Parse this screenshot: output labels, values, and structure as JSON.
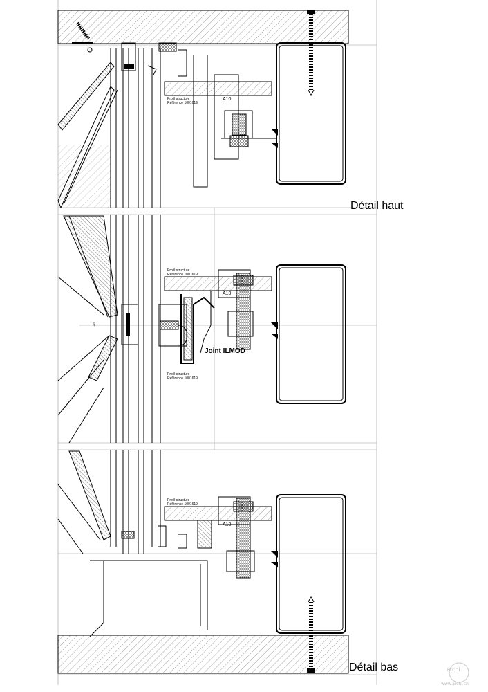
{
  "details": [
    {
      "id": "haut",
      "title": "Détail haut",
      "labels": [
        {
          "text": "Profil structure",
          "kind": "tiny"
        },
        {
          "text": "Référence 1001619",
          "kind": "tiny"
        },
        {
          "text": "A10",
          "kind": "small"
        }
      ]
    },
    {
      "id": "milieu",
      "title": "",
      "labels": [
        {
          "text": "Profil structure",
          "kind": "tiny"
        },
        {
          "text": "Référence 1001619",
          "kind": "tiny"
        },
        {
          "text": "A10",
          "kind": "small"
        },
        {
          "text": "Joint ILMOD",
          "kind": "mid"
        },
        {
          "text": "Profil structure",
          "kind": "tiny"
        },
        {
          "text": "Référence 1001619",
          "kind": "tiny"
        },
        {
          "text": "20",
          "kind": "tiny"
        }
      ]
    },
    {
      "id": "bas",
      "title": "Détail bas",
      "labels": [
        {
          "text": "Profil structure",
          "kind": "tiny"
        },
        {
          "text": "Référence 1001619",
          "kind": "tiny"
        },
        {
          "text": "A10",
          "kind": "small"
        }
      ]
    }
  ],
  "watermark": {
    "logo_text": "archi",
    "url_text": "www.archi.cn"
  }
}
